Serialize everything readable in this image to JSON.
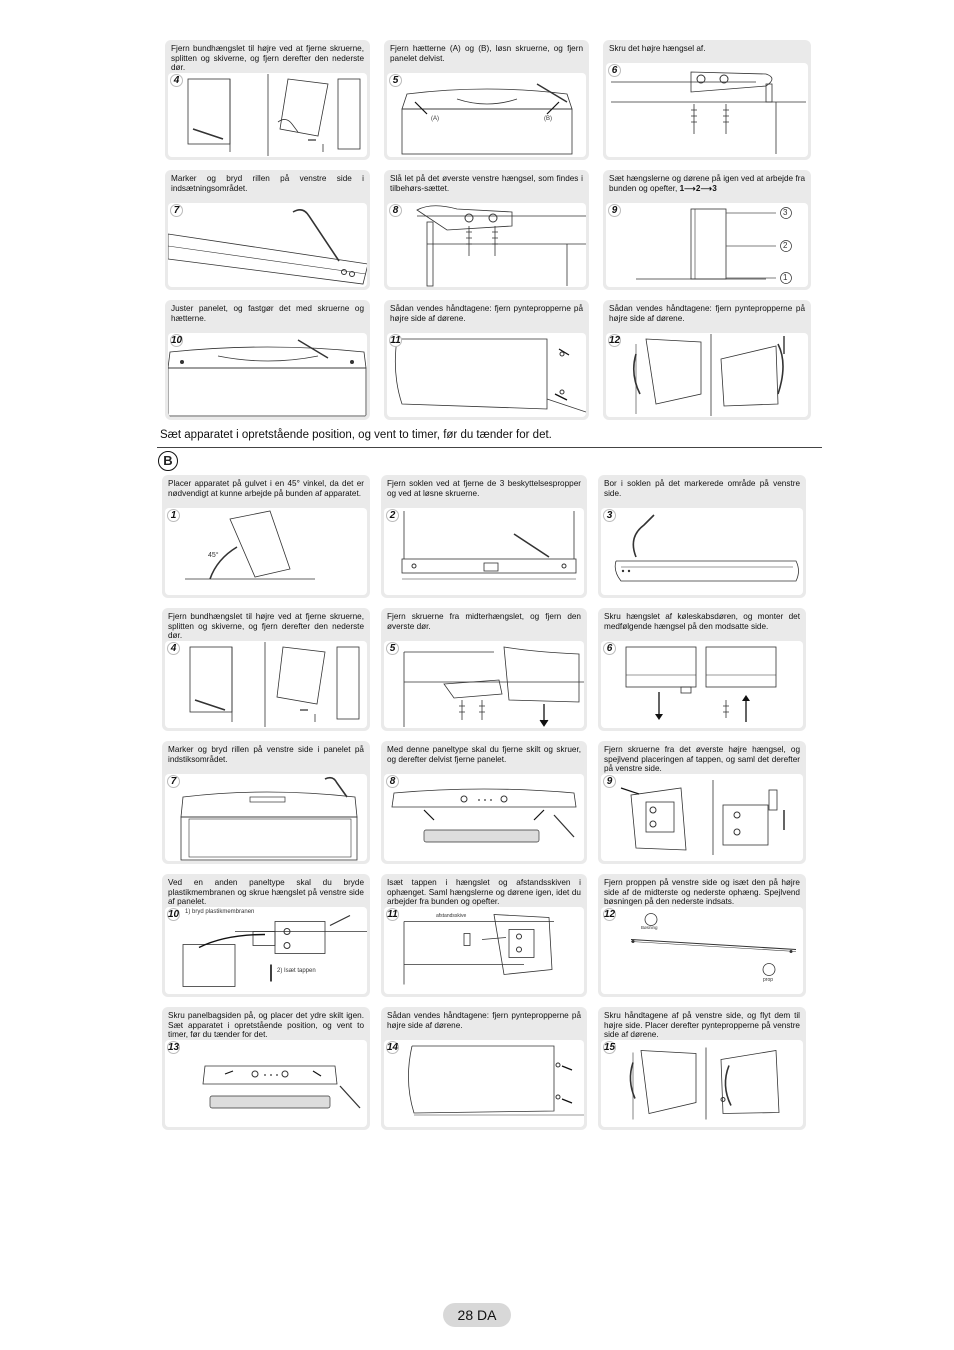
{
  "section_a_steps": [
    {
      "num": "4",
      "text": "Fjern bundhængslet til højre ved at fjerne skruerne, splitten og skiverne, og fjern derefter den nederste dør."
    },
    {
      "num": "5",
      "text": "Fjern hætterne (A) og (B), løsn skruerne, og fjern panelet delvist.",
      "labels": [
        "(A)",
        "(B)"
      ]
    },
    {
      "num": "6",
      "text": "Skru det højre hængsel af."
    },
    {
      "num": "7",
      "text": "Marker og bryd rillen på venstre side i indsætningsområdet."
    },
    {
      "num": "8",
      "text": "Slå let på det øverste venstre hængsel, som findes i tilbehørs-sættet."
    },
    {
      "num": "9",
      "text": "Sæt hængslerne og dørene på igen ved at arbejde fra bunden og opefter,",
      "sequence": [
        "1",
        "2",
        "3"
      ],
      "labels": [
        "3",
        "2",
        "1"
      ]
    },
    {
      "num": "10",
      "text": "Juster panelet, og fastgør det med skruerne og hætterne."
    },
    {
      "num": "11",
      "text": "Sådan vendes håndtagene: fjern pyntepropperne på højre side af dørene."
    },
    {
      "num": "12",
      "text": "Sådan vendes håndtagene: fjern pyntepropperne på højre side af dørene."
    }
  ],
  "note": "Sæt apparatet i opretstående position, og vent to timer, før du tænder for det.",
  "section_b_label": "B",
  "section_b_steps": [
    {
      "num": "1",
      "text": "Placer apparatet på gulvet i en 45° vinkel, da det er nødvendigt at kunne arbejde på bunden af apparatet.",
      "labels": [
        "45°"
      ]
    },
    {
      "num": "2",
      "text": "Fjern soklen ved at fjerne de 3 beskyttelsespropper og ved at løsne skruerne."
    },
    {
      "num": "3",
      "text": "Bor i soklen på det markerede område på venstre side."
    },
    {
      "num": "4",
      "text": "Fjern bundhængslet til højre ved at fjerne skruerne, splitten og skiverne, og fjern derefter den nederste dør."
    },
    {
      "num": "5",
      "text": "Fjern skruerne fra midterhængslet, og fjern den øverste dør."
    },
    {
      "num": "6",
      "text": "Skru hængslet af køleskabsdøren, og monter det medfølgende hængsel på den modsatte side."
    },
    {
      "num": "7",
      "text": "Marker og bryd rillen på venstre side i panelet på indstiksområdet."
    },
    {
      "num": "8",
      "text": "Med denne paneltype skal du fjerne skilt og skruer, og derefter delvist fjerne panelet."
    },
    {
      "num": "9",
      "text": "Fjern skruerne fra det øverste højre hængsel, og spejlvend placeringen af tappen, og saml det derefter på venstre side."
    },
    {
      "num": "10",
      "text": "Ved en anden paneltype skal du bryde plastikmembranen og skrue hængslet på venstre side af panelet.",
      "labels": [
        "1) bryd plastikmembranen",
        "2) Isæt tappen"
      ]
    },
    {
      "num": "11",
      "text": "Isæt tappen i hængslet og afstandsskiven i ophænget. Saml hængslerne og dørene igen, idet du arbejder fra bunden og opefter.",
      "labels": [
        "afstandsskive"
      ]
    },
    {
      "num": "12",
      "text": "Fjern proppen på venstre side og isæt den på højre side af de midterste og nederste ophæng. Spejlvend bøsningen på den nederste indsats.",
      "labels": [
        "Bøsning",
        "prop"
      ]
    },
    {
      "num": "13",
      "text": "Skru panelbagsiden på, og placer det ydre skilt igen. Sæt apparatet i opretstående position, og vent to timer, før du tænder for det."
    },
    {
      "num": "14",
      "text": "Sådan vendes håndtagene: fjern pyntepropperne på højre side af dørene."
    },
    {
      "num": "15",
      "text": "Skru håndtagene af på venstre side, og flyt dem til højre side. Placer derefter pyntepropperne på venstre side af dørene."
    }
  ],
  "page_number": "28 DA"
}
